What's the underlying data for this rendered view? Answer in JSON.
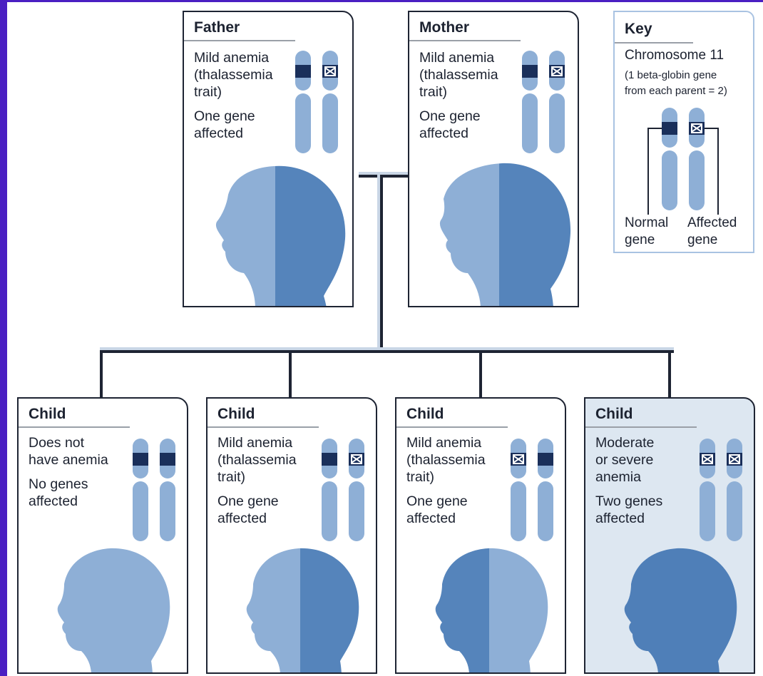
{
  "father": {
    "title": "Father",
    "lines": [
      "Mild anemia",
      "(thalassemia",
      "trait)"
    ],
    "genes": [
      "One gene",
      "affected"
    ]
  },
  "mother": {
    "title": "Mother",
    "lines": [
      "Mild anemia",
      "(thalassemia",
      "trait)"
    ],
    "genes": [
      "One gene",
      "affected"
    ]
  },
  "children": [
    {
      "title": "Child",
      "lines": [
        "Does not",
        "have anemia"
      ],
      "genes": [
        "No genes",
        "affected"
      ]
    },
    {
      "title": "Child",
      "lines": [
        "Mild anemia",
        "(thalassemia",
        "trait)"
      ],
      "genes": [
        "One gene",
        "affected"
      ]
    },
    {
      "title": "Child",
      "lines": [
        "Mild anemia",
        "(thalassemia",
        "trait)"
      ],
      "genes": [
        "One gene",
        "affected"
      ]
    },
    {
      "title": "Child",
      "lines": [
        "Moderate",
        "or severe",
        "anemia"
      ],
      "genes": [
        "Two genes",
        "affected"
      ]
    }
  ],
  "key": {
    "title": "Key",
    "chromosome": "Chromosome 11",
    "note_line1": "(1 beta-globin gene",
    "note_line2": "from each parent = 2)",
    "normal_line1": "Normal",
    "normal_line2": "gene",
    "affected_line1": "Affected",
    "affected_line2": "gene"
  },
  "colors": {
    "light_blue": "#8eafd6",
    "mid_blue": "#5584bb",
    "dark_band": "#1a2f5a",
    "border": "#1e2433",
    "page_bg": "#4a1fc2",
    "shaded_card": "#dde7f1"
  }
}
